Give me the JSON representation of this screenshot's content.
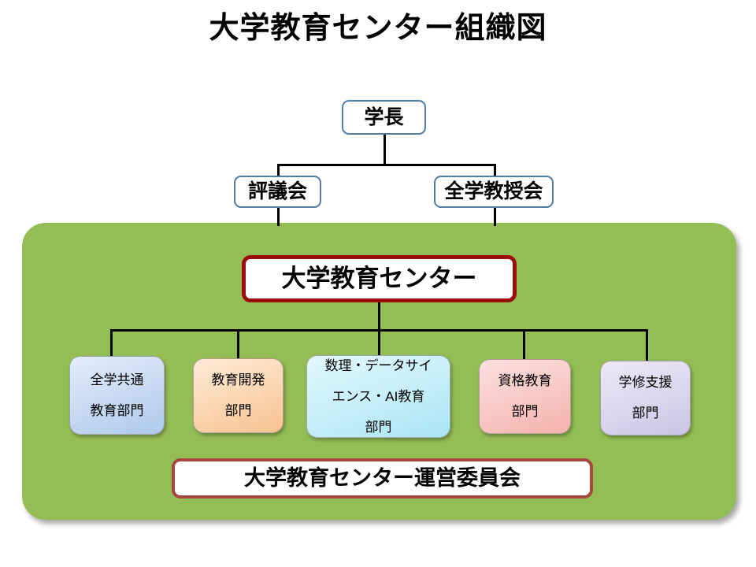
{
  "title": "大学教育センター組織図",
  "top_tier": {
    "president": {
      "label": "学長"
    },
    "council": {
      "label": "評議会"
    },
    "faculty_assembly": {
      "label": "全学教授会"
    }
  },
  "center": {
    "label": "大学教育センター",
    "border_color": "#9C0C0C"
  },
  "panel": {
    "background_color": "#94BE55"
  },
  "departments": [
    {
      "label": "全学共通\n教育部門",
      "line1": "全学共通",
      "line2": "教育部門",
      "line3": "",
      "color": "#C6D9F1",
      "name": "common-education"
    },
    {
      "label": "教育開発\n部門",
      "line1": "教育開発",
      "line2": "部門",
      "line3": "",
      "color": "#FBD5B0",
      "name": "education-development"
    },
    {
      "label": "数理・データサイエンス・AI教育部門",
      "line1": "数理・データサイ",
      "line2": "エンス・AI教育",
      "line3": "部門",
      "color": "#C5EEF8",
      "name": "math-data-science-ai"
    },
    {
      "label": "資格教育\n部門",
      "line1": "資格教育",
      "line2": "部門",
      "line3": "",
      "color": "#F8C8C4",
      "name": "certification-education"
    },
    {
      "label": "学修支援\n部門",
      "line1": "学修支援",
      "line2": "部門",
      "line3": "",
      "color": "#DCD6EE",
      "name": "learning-support"
    }
  ],
  "committee": {
    "label": "大学教育センター運営委員会",
    "border_color": "#A6463E"
  }
}
